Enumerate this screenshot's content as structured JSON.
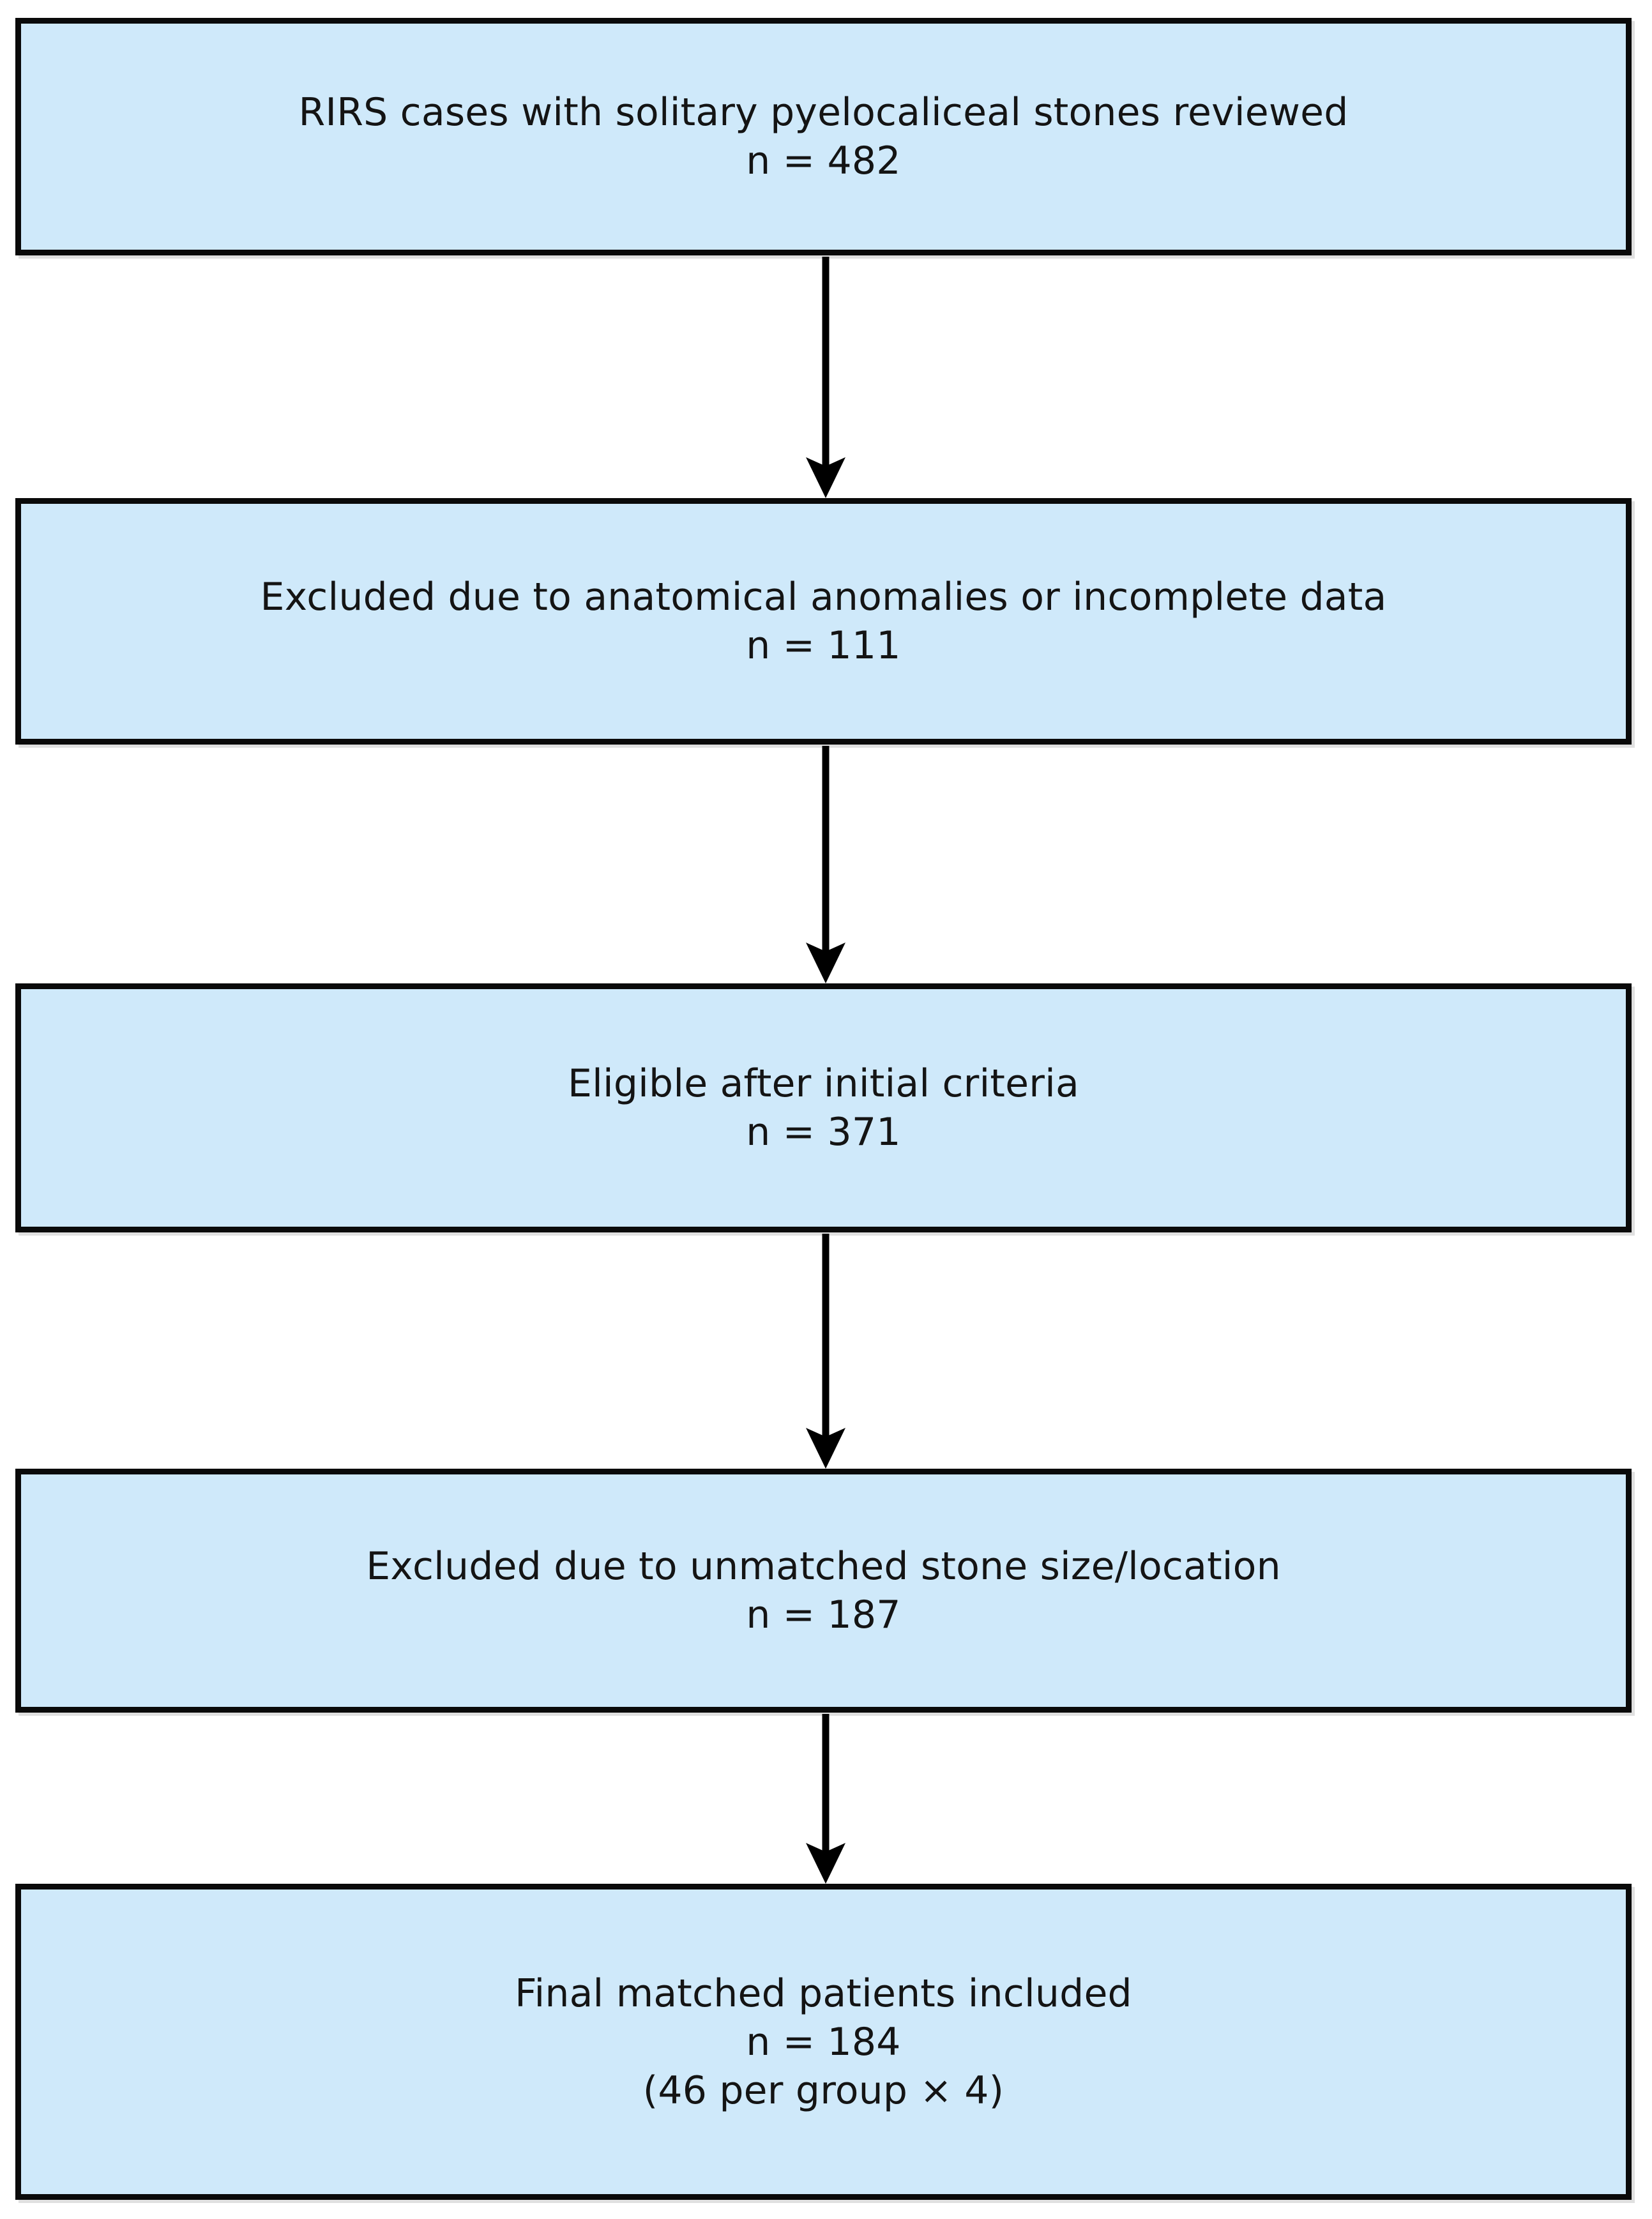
{
  "diagram": {
    "type": "flowchart",
    "orientation": "vertical",
    "title": "",
    "colors": {
      "node_fill": "#cfe9fa",
      "node_border": "#0a0a0a",
      "text": "#141414",
      "arrow": "#000000",
      "background": "#ffffff"
    },
    "nodes": [
      {
        "id": "node-1",
        "name": "rirs-cases-reviewed",
        "line1": "RIRS cases with solitary pyelocaliceal stones reviewed",
        "line2": "n = 482",
        "text": "RIRS cases with solitary pyelocaliceal stones reviewed\nn = 482",
        "count": 482
      },
      {
        "id": "node-2",
        "name": "excluded-anatomical-anomalies",
        "line1": "Excluded due to anatomical anomalies or incomplete data",
        "line2": "n = 111",
        "text": "Excluded due to anatomical anomalies or incomplete data\nn = 111",
        "count": 111
      },
      {
        "id": "node-3",
        "name": "eligible-after-initial-criteria",
        "line1": "Eligible after initial criteria",
        "line2": "n = 371",
        "text": "Eligible after initial criteria\nn = 371",
        "count": 371
      },
      {
        "id": "node-4",
        "name": "excluded-unmatched-stone",
        "line1": "Excluded due to unmatched stone size/location",
        "line2": "n = 187",
        "text": "Excluded due to unmatched stone size/location\nn = 187",
        "count": 187
      },
      {
        "id": "node-5",
        "name": "final-matched-patients",
        "line1": "Final matched patients included",
        "line2": "n = 184",
        "line3": "(46 per group × 4)",
        "text": "Final matched patients included\nn = 184\n(46 per group × 4)",
        "count": 184,
        "per_group": 46,
        "groups": 4
      }
    ],
    "edges": [
      {
        "id": "edge-1",
        "name": "arrow-node1-to-node2",
        "from": "node-1",
        "to": "node-2",
        "label": ""
      },
      {
        "id": "edge-2",
        "name": "arrow-node2-to-node3",
        "from": "node-2",
        "to": "node-3",
        "label": ""
      },
      {
        "id": "edge-3",
        "name": "arrow-node3-to-node4",
        "from": "node-3",
        "to": "node-4",
        "label": ""
      },
      {
        "id": "edge-4",
        "name": "arrow-node4-to-node5",
        "from": "node-4",
        "to": "node-5",
        "label": ""
      }
    ]
  }
}
